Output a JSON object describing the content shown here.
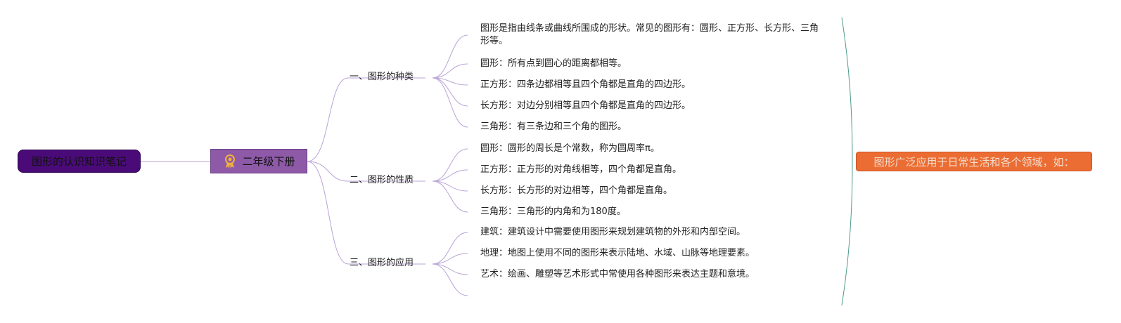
{
  "root": {
    "label": "图形的认识知识笔记"
  },
  "sub": {
    "label": "二年级下册",
    "icon": "medal-icon"
  },
  "branches": [
    {
      "label": "一、图形的种类",
      "items": [
        "图形是指由线条或曲线所围成的形状。常见的图形有：圆形、正方形、长方形、三角形等。",
        "圆形：所有点到圆心的距离都相等。",
        "正方形：四条边都相等且四个角都是直角的四边形。",
        "长方形：对边分别相等且四个角都是直角的四边形。",
        "三角形：有三条边和三个角的图形。"
      ]
    },
    {
      "label": "二、图形的性质",
      "items": [
        "圆形：圆形的周长是个常数，称为圆周率π。",
        "正方形：正方形的对角线相等，四个角都是直角。",
        "长方形：长方形的对边相等，四个角都是直角。",
        "三角形：三角形的内角和为180度。"
      ]
    },
    {
      "label": "三、图形的应用",
      "items": [
        "建筑：建筑设计中需要使用图形来规划建筑物的外形和内部空间。",
        "地理：地图上使用不同的图形来表示陆地、水域、山脉等地理要素。",
        "艺术：绘画、雕塑等艺术形式中常使用各种图形来表达主题和意境。"
      ]
    }
  ],
  "summary": {
    "label": "图形广泛应用于日常生活和各个领域，如："
  },
  "colors": {
    "root_fill": "#4a0b78",
    "sub_fill": "#8e5aa8",
    "callout_fill": "#ec6d33",
    "connector": "#b9a3d6",
    "brace": "#4f9a8a"
  }
}
